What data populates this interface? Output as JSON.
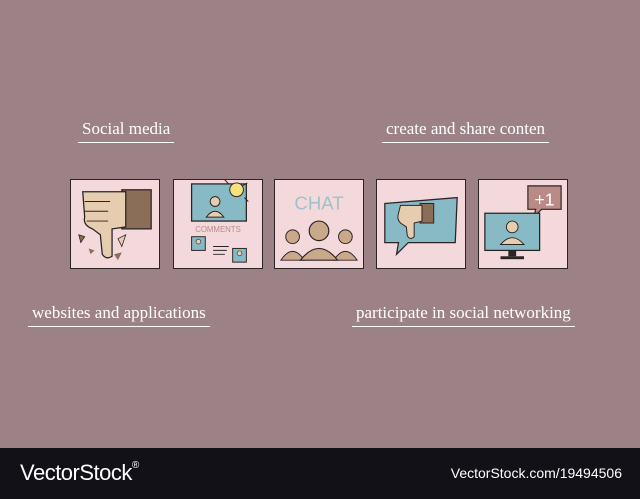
{
  "labels": {
    "social_media": "Social media",
    "create_share": "create and share conten",
    "websites_apps": "websites and applications",
    "participate": "participate in social networking"
  },
  "tiles": [
    {
      "icon": "thumbs-down-broken-icon"
    },
    {
      "icon": "comments-screen-icon",
      "caption": "COMMENTS"
    },
    {
      "icon": "chat-group-icon",
      "caption": "CHAT"
    },
    {
      "icon": "thumbs-down-speech-bubble-icon"
    },
    {
      "icon": "plus-one-monitor-icon",
      "badge": "+1"
    }
  ],
  "footer": {
    "brand": "VectorStock",
    "brand_mark": "®",
    "url": "VectorStock.com/19494506"
  },
  "colors": {
    "background": "#9c8286",
    "tile": "#f3d9dc",
    "skin": "#e7cdb0",
    "sleeve": "#8a6e58",
    "screen": "#87bac4",
    "sun": "#f5e27a",
    "chat_text": "#9fc2c9",
    "badge": "#b98a86",
    "person": "#c9a98a",
    "footer": "#111117"
  }
}
